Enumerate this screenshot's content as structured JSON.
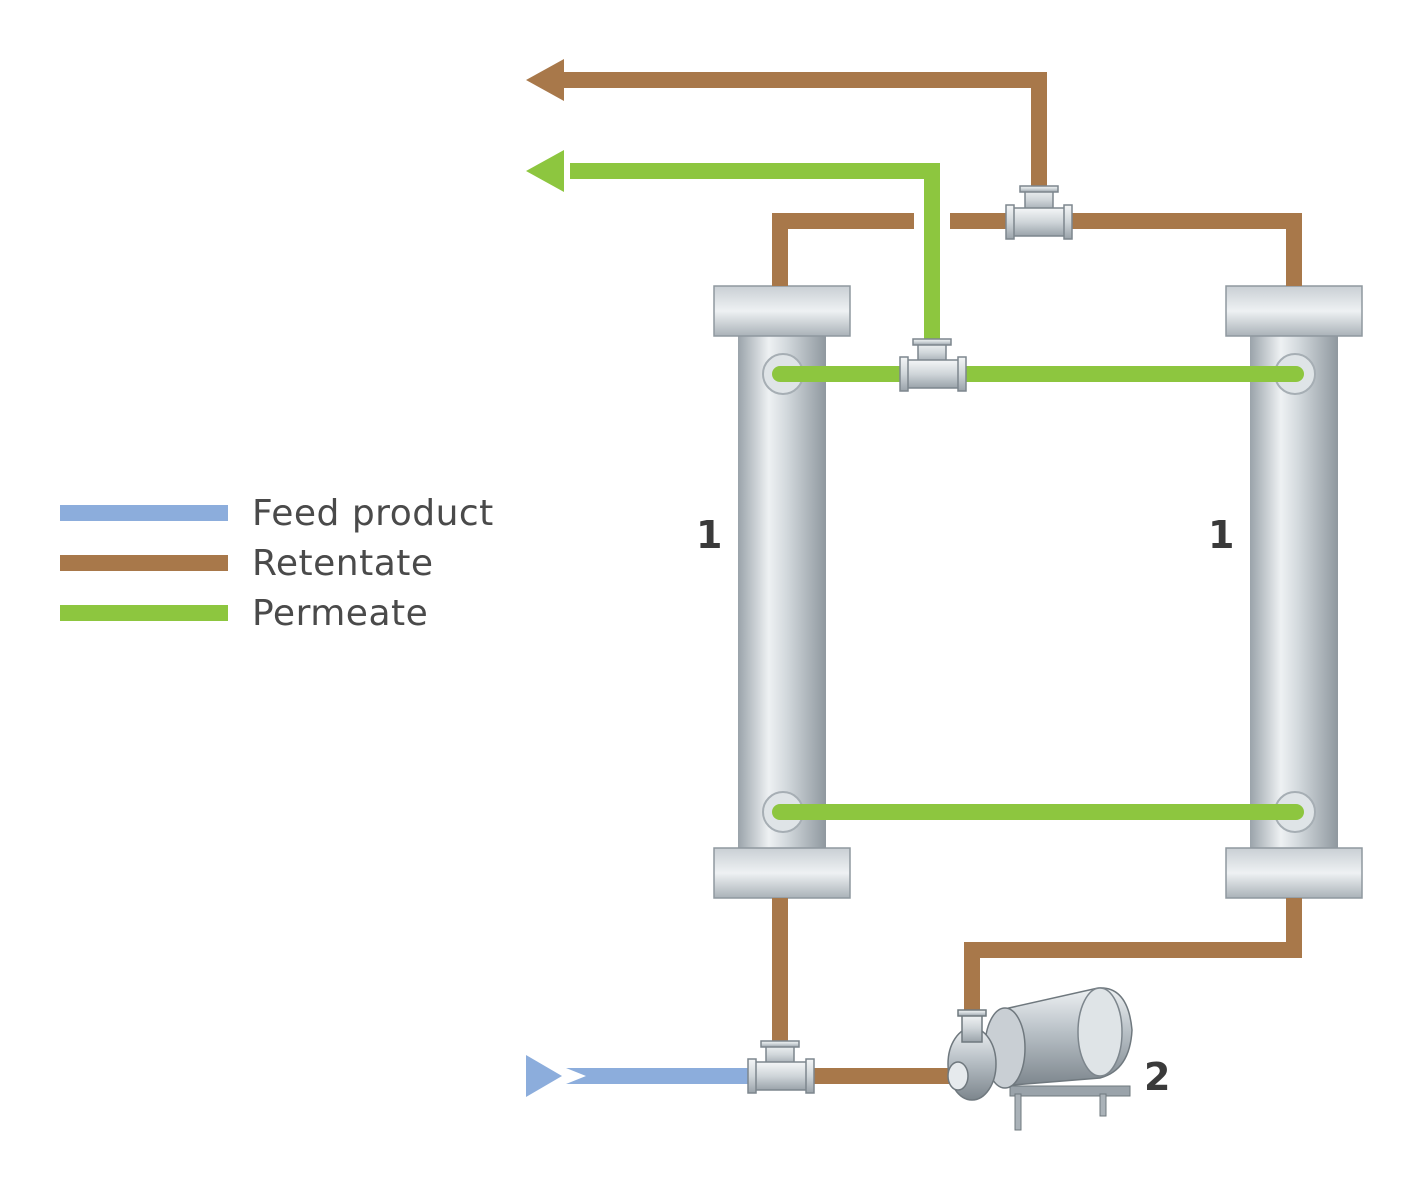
{
  "colors": {
    "feed": "#8caddc",
    "retentate": "#a8784a",
    "permeate": "#8dc63f",
    "steel_dark": "#9aa3aa",
    "steel_light": "#e6eaed"
  },
  "legend": [
    {
      "label": "Feed product",
      "color": "#8caddc"
    },
    {
      "label": "Retentate",
      "color": "#a8784a"
    },
    {
      "label": "Permeate",
      "color": "#8dc63f"
    }
  ],
  "labels": {
    "membrane_left": "1",
    "membrane_right": "1",
    "pump": "2"
  }
}
